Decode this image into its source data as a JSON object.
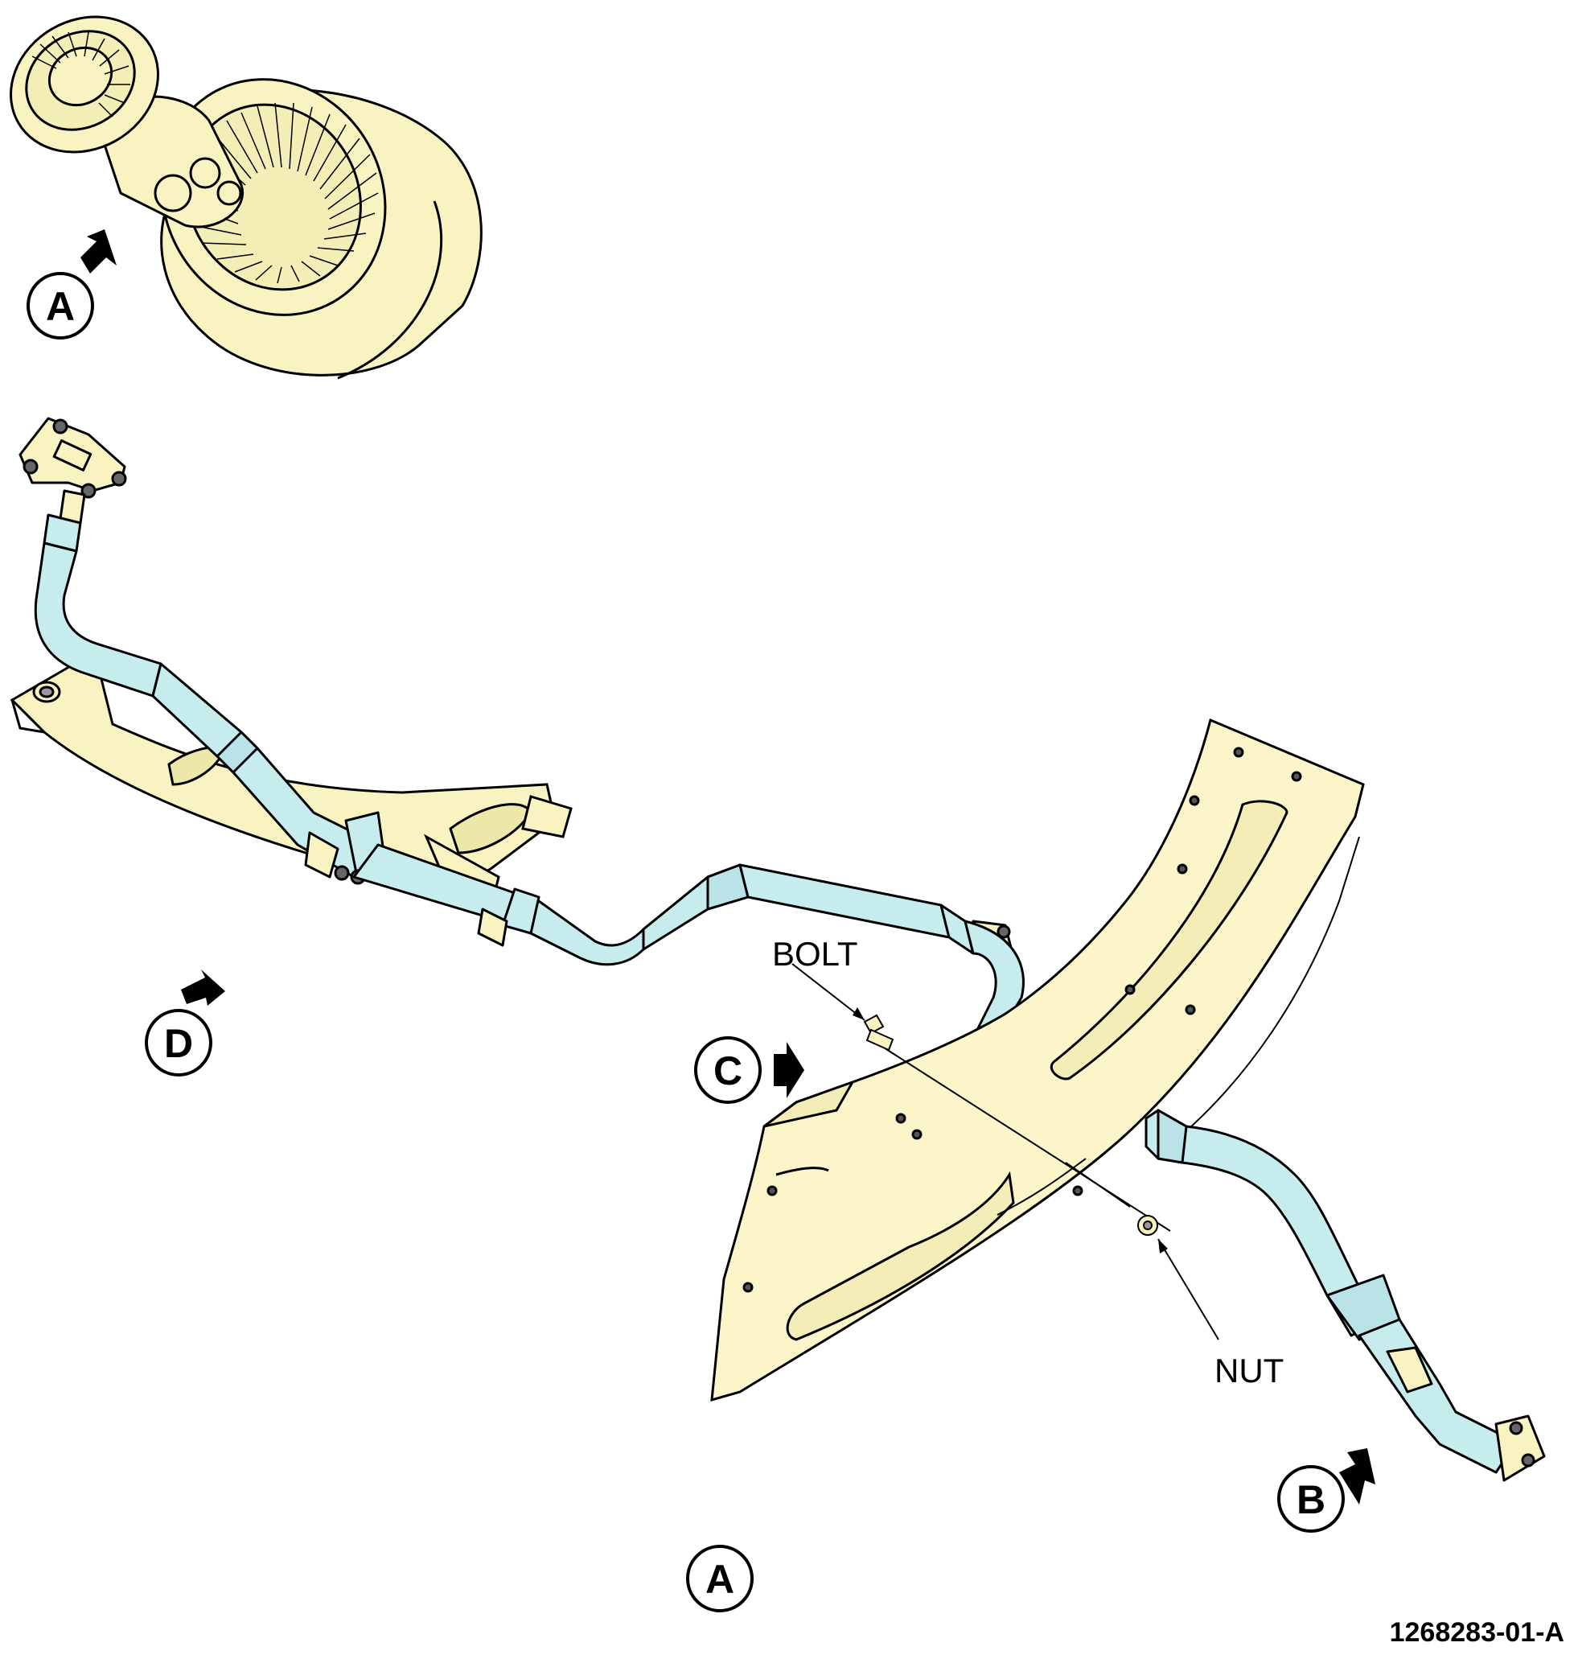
{
  "colors": {
    "engine_fill": "#f8f3c0",
    "duct_fill": "#c7ecee",
    "panel_fill": "#fbf5c9",
    "stroke": "#000000"
  },
  "callouts": {
    "a_view": "A",
    "b_view": "B",
    "c_view": "C",
    "d_view": "D",
    "a_bottom": "A"
  },
  "labels": {
    "bolt": "BOLT",
    "nut": "NUT"
  },
  "figure_number": "1268283-01-A"
}
